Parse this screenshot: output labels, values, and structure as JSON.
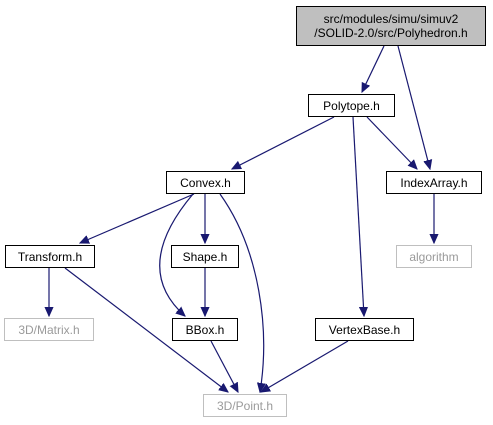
{
  "colors": {
    "edge": "#191970",
    "root_fill": "#bfbfbf",
    "ext_border": "#bfbfbf",
    "ext_text": "#9a9a9a"
  },
  "nodes": {
    "polyhedron": {
      "line1": "src/modules/simu/simuv2",
      "line2": "/SOLID-2.0/src/Polyhedron.h"
    },
    "polytope": {
      "label": "Polytope.h"
    },
    "convex": {
      "label": "Convex.h"
    },
    "indexarray": {
      "label": "IndexArray.h"
    },
    "transform": {
      "label": "Transform.h"
    },
    "shape": {
      "label": "Shape.h"
    },
    "algorithm": {
      "label": "algorithm"
    },
    "matrix": {
      "label": "3D/Matrix.h"
    },
    "bbox": {
      "label": "BBox.h"
    },
    "vertexbase": {
      "label": "VertexBase.h"
    },
    "point": {
      "label": "3D/Point.h"
    }
  },
  "edges": [
    {
      "from": "polyhedron",
      "to": "polytope"
    },
    {
      "from": "polyhedron",
      "to": "indexarray"
    },
    {
      "from": "polytope",
      "to": "convex"
    },
    {
      "from": "polytope",
      "to": "indexarray"
    },
    {
      "from": "polytope",
      "to": "vertexbase"
    },
    {
      "from": "convex",
      "to": "transform"
    },
    {
      "from": "convex",
      "to": "shape"
    },
    {
      "from": "convex",
      "to": "bbox"
    },
    {
      "from": "convex",
      "to": "point"
    },
    {
      "from": "indexarray",
      "to": "algorithm"
    },
    {
      "from": "transform",
      "to": "matrix"
    },
    {
      "from": "transform",
      "to": "point"
    },
    {
      "from": "shape",
      "to": "bbox"
    },
    {
      "from": "bbox",
      "to": "point"
    },
    {
      "from": "vertexbase",
      "to": "point"
    }
  ]
}
